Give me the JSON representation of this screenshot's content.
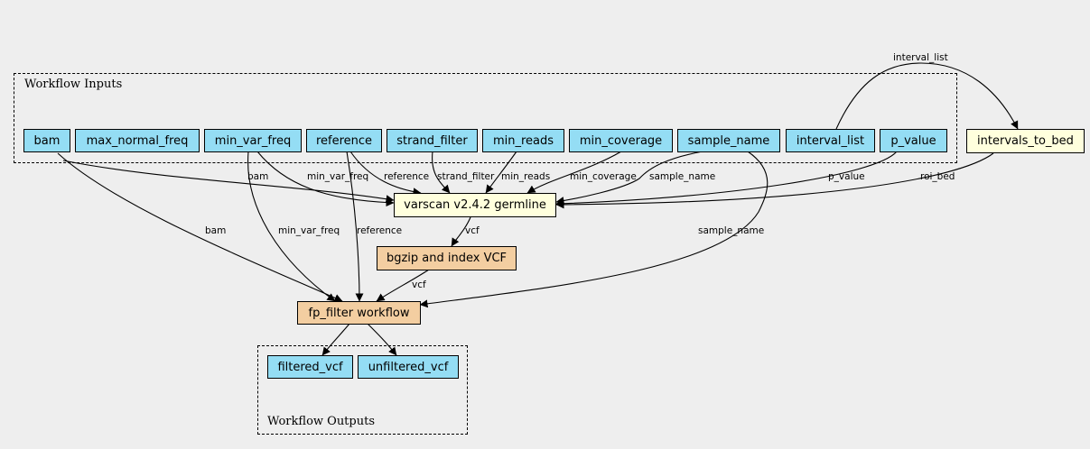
{
  "clusters": {
    "inputs_label": "Workflow Inputs",
    "outputs_label": "Workflow Outputs"
  },
  "nodes": {
    "bam": "bam",
    "max_normal_freq": "max_normal_freq",
    "min_var_freq": "min_var_freq",
    "reference": "reference",
    "strand_filter": "strand_filter",
    "min_reads": "min_reads",
    "min_coverage": "min_coverage",
    "sample_name": "sample_name",
    "interval_list": "interval_list",
    "p_value": "p_value",
    "intervals_to_bed": "intervals_to_bed",
    "varscan": "varscan v2.4.2 germline",
    "bgzip": "bgzip and index VCF",
    "fp_filter": "fp_filter workflow",
    "filtered_vcf": "filtered_vcf",
    "unfiltered_vcf": "unfiltered_vcf"
  },
  "edge_labels": {
    "interval_list": "interval_list",
    "bam_varscan": "bam",
    "min_var_freq_varscan": "min_var_freq",
    "reference_varscan": "reference",
    "strand_filter": "strand_filter",
    "min_reads": "min_reads",
    "min_coverage": "min_coverage",
    "sample_name_varscan": "sample_name",
    "p_value": "p_value",
    "roi_bed": "roi_bed",
    "vcf_varscan": "vcf",
    "bam_fp": "bam",
    "min_var_freq_fp": "min_var_freq",
    "reference_fp": "reference",
    "sample_name_fp": "sample_name",
    "vcf_bgzip": "vcf"
  },
  "colors": {
    "input_output": "#94ddf4",
    "tool": "#ffffdd",
    "subworkflow": "#f3cea1",
    "background": "#eeeeee"
  }
}
